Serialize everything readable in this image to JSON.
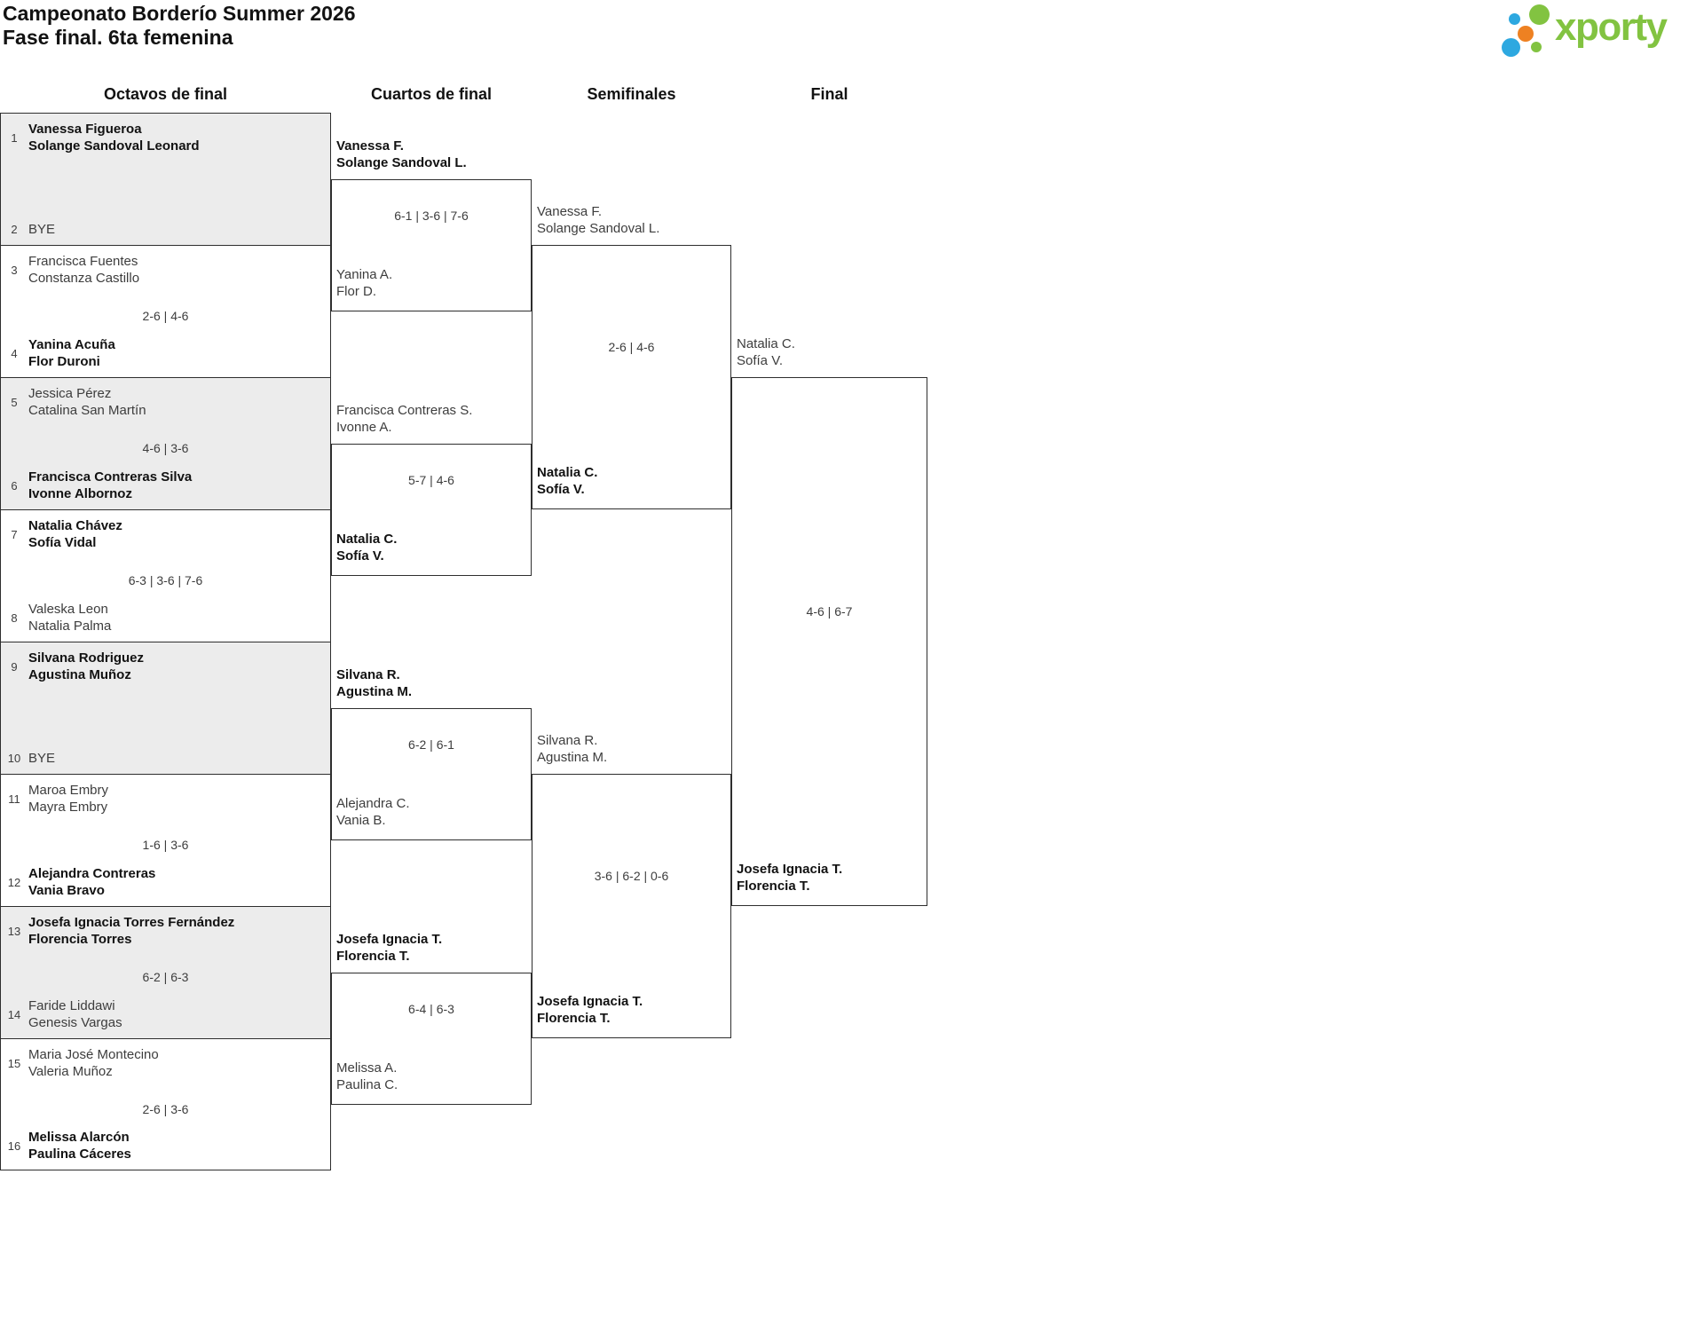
{
  "header": {
    "title_line1": "Campeonato Borderío Summer 2026",
    "title_line2": "Fase final. 6ta femenina",
    "logo_text": "xporty"
  },
  "rounds": [
    "Octavos de final",
    "Cuartos de final",
    "Semifinales",
    "Final"
  ],
  "colors": {
    "logo_green": "#82c341",
    "logo_blue": "#2da8e0",
    "logo_orange": "#ee8122",
    "shade": "#ececec",
    "line": "#2e2e2e",
    "text": "#3d3d3d",
    "text_strong": "#121212"
  },
  "bracket": {
    "octavos": [
      {
        "seed1": "1",
        "team1": [
          "Vanessa Figueroa",
          "Solange Sandoval Leonard"
        ],
        "team1_bold": true,
        "seed2": "2",
        "team2": [
          "BYE"
        ],
        "team2_bold": false,
        "score": ""
      },
      {
        "seed1": "3",
        "team1": [
          "Francisca Fuentes",
          "Constanza Castillo"
        ],
        "team1_bold": false,
        "seed2": "4",
        "team2": [
          "Yanina Acuña",
          "Flor Duroni"
        ],
        "team2_bold": true,
        "score": "2-6 | 4-6"
      },
      {
        "seed1": "5",
        "team1": [
          "Jessica Pérez",
          "Catalina San Martín"
        ],
        "team1_bold": false,
        "seed2": "6",
        "team2": [
          "Francisca Contreras Silva",
          "Ivonne Albornoz"
        ],
        "team2_bold": true,
        "score": "4-6 | 3-6"
      },
      {
        "seed1": "7",
        "team1": [
          "Natalia Chávez",
          "Sofía Vidal"
        ],
        "team1_bold": true,
        "seed2": "8",
        "team2": [
          "Valeska Leon",
          "Natalia Palma"
        ],
        "team2_bold": false,
        "score": "6-3 | 3-6 | 7-6"
      },
      {
        "seed1": "9",
        "team1": [
          "Silvana Rodriguez",
          "Agustina Muñoz"
        ],
        "team1_bold": true,
        "seed2": "10",
        "team2": [
          "BYE"
        ],
        "team2_bold": false,
        "score": ""
      },
      {
        "seed1": "11",
        "team1": [
          "Maroa Embry",
          "Mayra Embry"
        ],
        "team1_bold": false,
        "seed2": "12",
        "team2": [
          "Alejandra Contreras",
          "Vania Bravo"
        ],
        "team2_bold": true,
        "score": "1-6 | 3-6"
      },
      {
        "seed1": "13",
        "team1": [
          "Josefa Ignacia Torres Fernández",
          "Florencia Torres"
        ],
        "team1_bold": true,
        "seed2": "14",
        "team2": [
          "Faride Liddawi",
          "Genesis Vargas"
        ],
        "team2_bold": false,
        "score": "6-2 | 6-3"
      },
      {
        "seed1": "15",
        "team1": [
          "Maria José Montecino",
          "Valeria Muñoz"
        ],
        "team1_bold": false,
        "seed2": "16",
        "team2": [
          "Melissa Alarcón",
          "Paulina Cáceres"
        ],
        "team2_bold": true,
        "score": "2-6 | 3-6"
      }
    ],
    "cuartos": [
      {
        "top": [
          "Vanessa F.",
          "Solange Sandoval L."
        ],
        "top_bold": true,
        "bottom": [
          "Yanina A.",
          "Flor D."
        ],
        "bottom_bold": false,
        "score": "6-1 | 3-6 | 7-6"
      },
      {
        "top": [
          "Francisca Contreras S.",
          "Ivonne A."
        ],
        "top_bold": false,
        "bottom": [
          "Natalia C.",
          "Sofía V."
        ],
        "bottom_bold": true,
        "score": "5-7 | 4-6"
      },
      {
        "top": [
          "Silvana R.",
          "Agustina M."
        ],
        "top_bold": true,
        "bottom": [
          "Alejandra C.",
          "Vania B."
        ],
        "bottom_bold": false,
        "score": "6-2 | 6-1"
      },
      {
        "top": [
          "Josefa Ignacia T.",
          "Florencia T."
        ],
        "top_bold": true,
        "bottom": [
          "Melissa A.",
          "Paulina C."
        ],
        "bottom_bold": false,
        "score": "6-4 | 6-3"
      }
    ],
    "semifinales": [
      {
        "top": [
          "Vanessa F.",
          "Solange Sandoval L."
        ],
        "top_bold": false,
        "bottom": [
          "Natalia C.",
          "Sofía V."
        ],
        "bottom_bold": true,
        "score": "2-6 | 4-6"
      },
      {
        "top": [
          "Silvana R.",
          "Agustina M."
        ],
        "top_bold": false,
        "bottom": [
          "Josefa Ignacia T.",
          "Florencia T."
        ],
        "bottom_bold": true,
        "score": "3-6 | 6-2 | 0-6"
      }
    ],
    "final": [
      {
        "top": [
          "Natalia C.",
          "Sofía V."
        ],
        "top_bold": false,
        "bottom": [
          "Josefa Ignacia T.",
          "Florencia T."
        ],
        "bottom_bold": true,
        "score": "4-6 | 6-7"
      }
    ]
  }
}
